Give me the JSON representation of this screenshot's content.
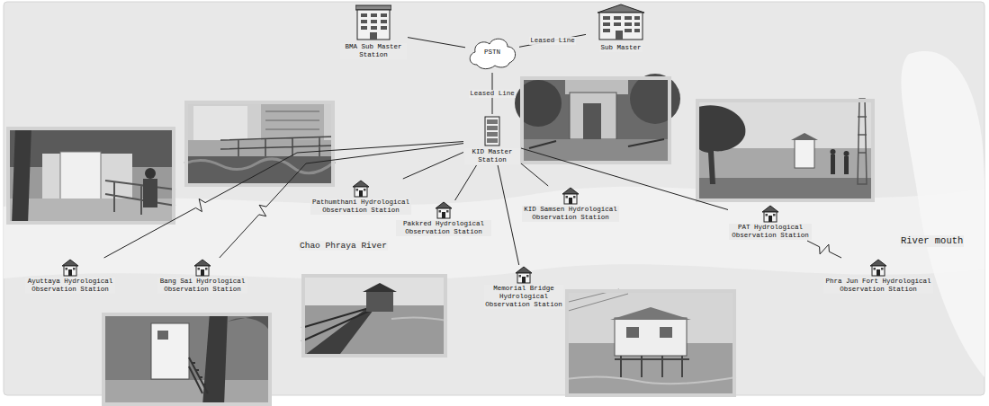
{
  "diagram": {
    "nodes": [
      {
        "text": [
          "BMA Sub Master Station"
        ]
      },
      {
        "text": [
          "PSTN"
        ]
      },
      {
        "text": [
          "Sub Master"
        ]
      },
      {
        "text": [
          "KID Master Station"
        ]
      },
      {
        "text": [
          "Ayuttaya Hydrological Observation Station"
        ]
      },
      {
        "text": [
          "Bang Sai Hydrological Observation Station"
        ]
      },
      {
        "text": [
          "Pathumthani Hydrological Observation Station"
        ]
      },
      {
        "text": [
          "Pakkred Hydrological Observation Station"
        ]
      },
      {
        "text": [
          "KID Samsen Hydrological Observation Station"
        ]
      },
      {
        "text": [
          "Memorial Bridge Hydrological Observation Station"
        ]
      },
      {
        "text": [
          "PAT Hydrological Observation Station"
        ]
      },
      {
        "text": [
          "Phra Jun Fort Hydrological Observation Station"
        ]
      }
    ],
    "edges": [
      {
        "from": 0,
        "to": 1,
        "arrow": "none"
      },
      {
        "from": 1,
        "to": 2,
        "label": "Leased Line",
        "arrow": "none"
      },
      {
        "from": 1,
        "to": 3,
        "label": "Leased Line",
        "arrow": "none"
      },
      {
        "from": 3,
        "to": 4,
        "arrow": "none"
      },
      {
        "from": 3,
        "to": 5,
        "arrow": "none"
      },
      {
        "from": 3,
        "to": 6,
        "arrow": "none"
      },
      {
        "from": 3,
        "to": 7,
        "arrow": "none"
      },
      {
        "from": 3,
        "to": 8,
        "arrow": "none"
      },
      {
        "from": 3,
        "to": 9,
        "arrow": "none"
      },
      {
        "from": 3,
        "to": 10,
        "arrow": "none"
      },
      {
        "from": 10,
        "to": 11,
        "arrow": "none"
      }
    ],
    "labels": [
      "Chao Phraya River",
      "River mouth"
    ]
  }
}
